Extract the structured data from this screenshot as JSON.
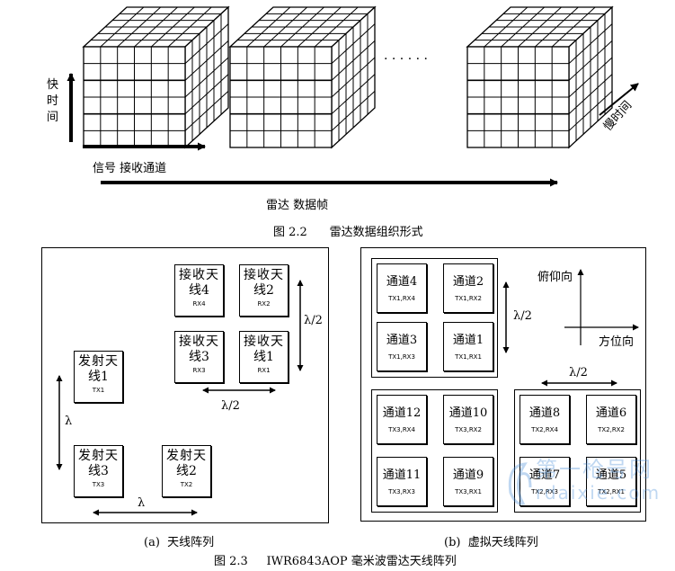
{
  "fig22": {
    "axis_fast_time": "快\n时\n间",
    "axis_channel": "信号 接收通道",
    "ellipsis": "· · · · · ·",
    "axis_slow_time": "慢时间",
    "axis_frame": "雷达 数据帧",
    "caption": "图 2.2      雷达数据组织形式"
  },
  "fig23a": {
    "rx": [
      {
        "name_l1": "接收天",
        "name_l2": "线4",
        "id": "RX4"
      },
      {
        "name_l1": "接收天",
        "name_l2": "线2",
        "id": "RX2"
      },
      {
        "name_l1": "接收天",
        "name_l2": "线3",
        "id": "RX3"
      },
      {
        "name_l1": "接收天",
        "name_l2": "线1",
        "id": "RX1"
      }
    ],
    "tx": [
      {
        "name_l1": "发射天",
        "name_l2": "线1",
        "id": "TX1"
      },
      {
        "name_l1": "发射天",
        "name_l2": "线3",
        "id": "TX3"
      },
      {
        "name_l1": "发射天",
        "name_l2": "线2",
        "id": "TX2"
      }
    ],
    "half_lambda_v": "λ/2",
    "half_lambda_h": "λ/2",
    "lambda_v": "λ",
    "lambda_h": "λ",
    "label": "(a)  天线阵列"
  },
  "fig23b": {
    "channels": [
      {
        "name": "通道4",
        "sub": "TX1,RX4"
      },
      {
        "name": "通道2",
        "sub": "TX1,RX2"
      },
      {
        "name": "通道3",
        "sub": "TX1,RX3"
      },
      {
        "name": "通道1",
        "sub": "TX1,RX1"
      },
      {
        "name": "通道12",
        "sub": "TX3,RX4"
      },
      {
        "name": "通道10",
        "sub": "TX3,RX2"
      },
      {
        "name": "通道11",
        "sub": "TX3,RX3"
      },
      {
        "name": "通道9",
        "sub": "TX3,RX1"
      },
      {
        "name": "通道8",
        "sub": "TX2,RX4"
      },
      {
        "name": "通道6",
        "sub": "TX2,RX2"
      },
      {
        "name": "通道7",
        "sub": "TX2,RX3"
      },
      {
        "name": "通道5",
        "sub": "TX2,RX1"
      }
    ],
    "half_lambda_v": "λ/2",
    "half_lambda_h": "λ/2",
    "elevation": "俯仰向",
    "azimuth": "方位向",
    "label": "(b)  虚拟天线阵列"
  },
  "caption23": "图 2.3     IWR6843AOP 毫米波雷达天线阵列",
  "watermark": "第一枪号网 rdaixie.com"
}
